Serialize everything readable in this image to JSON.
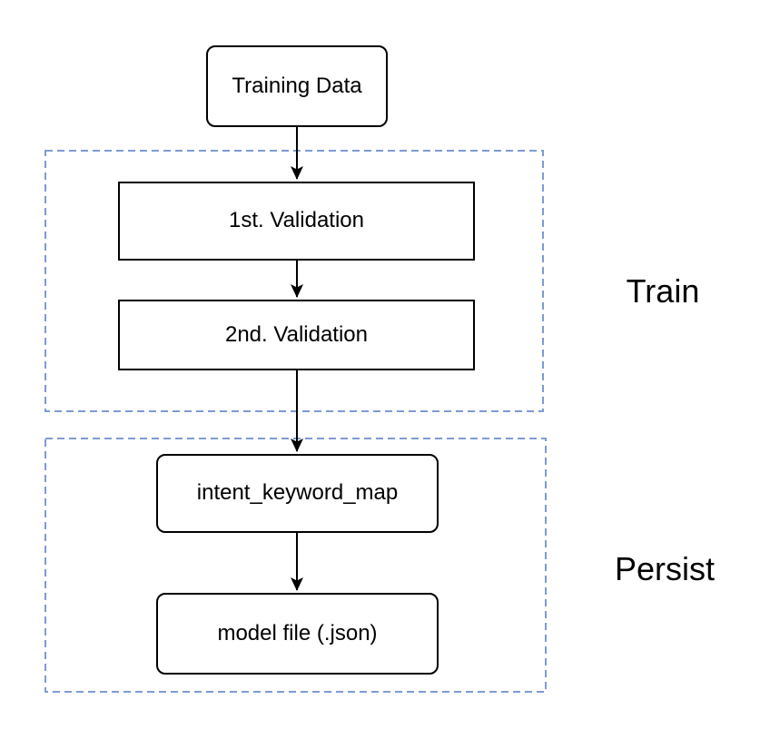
{
  "diagram": {
    "nodes": {
      "training_data": {
        "label": "Training Data"
      },
      "first_validation": {
        "label": "1st. Validation"
      },
      "second_validation": {
        "label": "2nd. Validation"
      },
      "intent_keyword_map": {
        "label": "intent_keyword_map"
      },
      "model_file": {
        "label": "model file (.json)"
      }
    },
    "groups": {
      "train": {
        "label": "Train"
      },
      "persist": {
        "label": "Persist"
      }
    },
    "colors": {
      "node_border": "#000000",
      "node_fill": "#ffffff",
      "group_border": "#7d9bd2",
      "arrow": "#000000",
      "text": "#000000",
      "background": "#ffffff"
    }
  }
}
